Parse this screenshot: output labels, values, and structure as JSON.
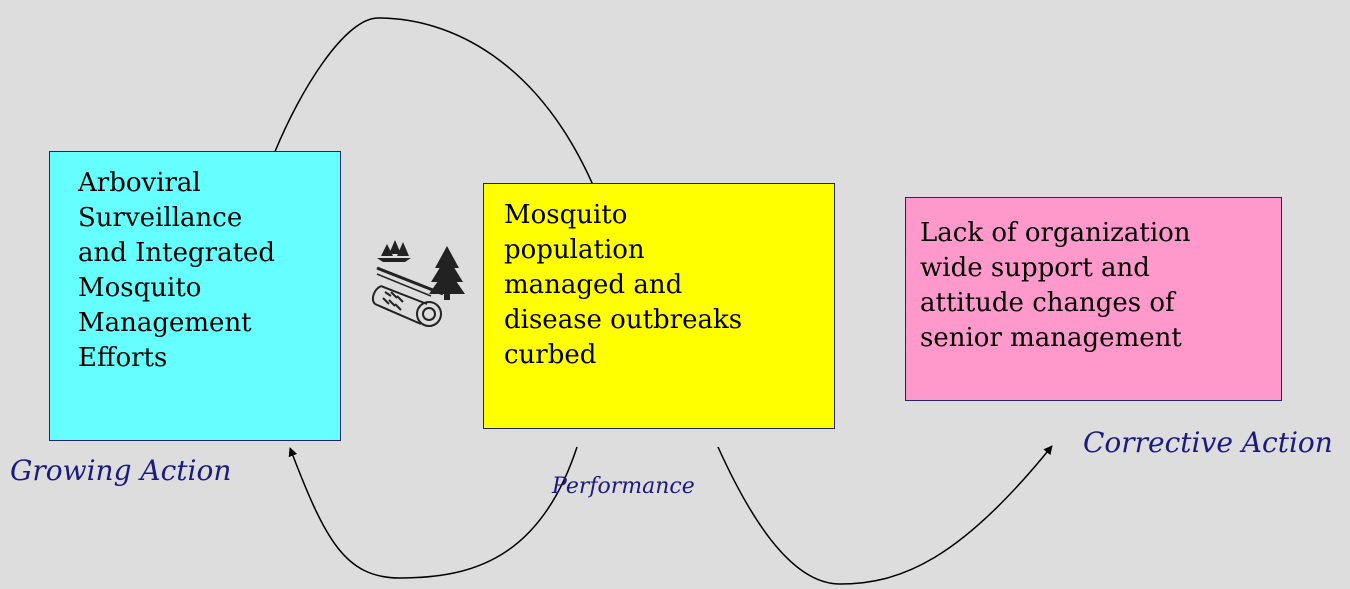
{
  "boxes": {
    "growing": {
      "text": "Arboviral\nSurveillance\nand Integrated\nMosquito\nManagement\nEfforts",
      "fill": "#66ffff"
    },
    "performance": {
      "text": "Mosquito\npopulation\nmanaged and\ndisease outbreaks\ncurbed",
      "fill": "#ffff00"
    },
    "corrective": {
      "text": "Lack of organization\nwide support and\nattitude changes of\nsenior management",
      "fill": "#ff99cc"
    }
  },
  "labels": {
    "growing": "Growing Action",
    "performance": "Performance",
    "corrective": "Corrective Action"
  },
  "colors": {
    "background": "#dddddd",
    "label_text": "#1a1a80",
    "box_border": "#24246a"
  },
  "icons": {
    "clipart": "trees-and-log-clipart"
  }
}
